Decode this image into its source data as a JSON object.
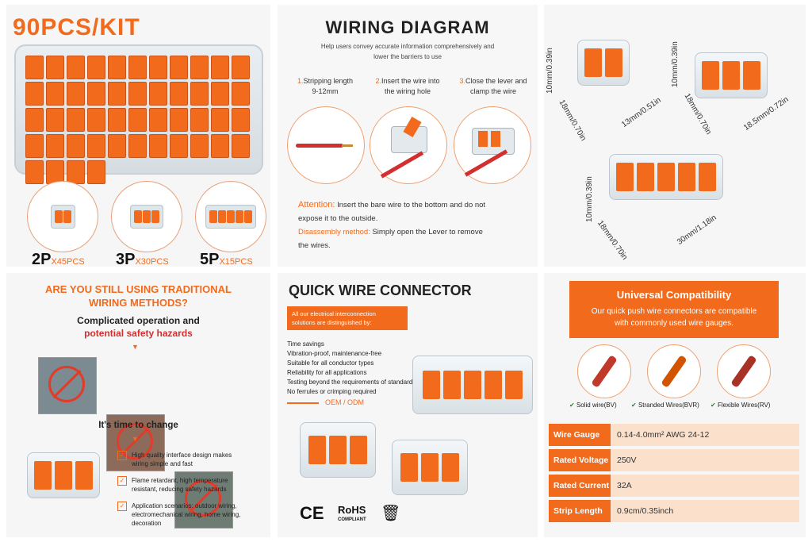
{
  "kit": {
    "title": "90PCS/KIT",
    "items": [
      {
        "size": "2P",
        "qty": "X45PCS"
      },
      {
        "size": "3P",
        "qty": "X30PCS"
      },
      {
        "size": "5P",
        "qty": "X15PCS"
      }
    ]
  },
  "wiring": {
    "title": "WIRING DIAGRAM",
    "subtitle_1": "Help users convey accurate information comprehensively and",
    "subtitle_2": "lower the barriers to use",
    "steps": [
      {
        "num": "1.",
        "line1": "Stripping length",
        "line2": "9-12mm"
      },
      {
        "num": "2.",
        "line1": "Insert the wire into",
        "line2": "the wiring hole"
      },
      {
        "num": "3.",
        "line1": "Close the lever and",
        "line2": "clamp the wire"
      }
    ],
    "attention_label": "Attention:",
    "attention_text": "Insert the bare wire to the bottom and do not",
    "attention_text2": "expose it to the outside.",
    "disassembly_label": "Disassembly method:",
    "disassembly_text": "Simply open the Lever to remove",
    "disassembly_text2": "the wires."
  },
  "dimensions": {
    "c2": {
      "h": "10mm/0.39in",
      "d": "18mm/0.70in",
      "w": "13mm/0.51in"
    },
    "c3": {
      "h": "10mm/0.39in",
      "d": "18mm/0.70in",
      "w": "18.5mm/0.72in"
    },
    "c5": {
      "h": "10mm/0.39in",
      "d": "18mm/0.70in",
      "w": "30mm/1.18in"
    }
  },
  "traditional": {
    "title_1": "ARE YOU STILL USING TRADITIONAL",
    "title_2": "WIRING METHODS?",
    "sub_1": "Complicated operation and",
    "sub_2": "potential safety hazards",
    "time": "It's time to change",
    "benefits": [
      {
        "l1": "High quality interface design makes",
        "l2": "wiring simple and fast",
        "l3": ""
      },
      {
        "l1": "Flame retardant, high temperature",
        "l2": "resistant, reducing safety hazards",
        "l3": ""
      },
      {
        "l1": "Application scenarios: outdoor wiring,",
        "l2": "electromechanical wiring, home wiring,",
        "l3": "decoration"
      }
    ]
  },
  "quick": {
    "title": "QUICK WIRE CONNECTOR",
    "banner_1": "All our electrical interconnection",
    "banner_2": "solutions are distinguished by:",
    "features": [
      "Time savings",
      "Vibration-proof, maintenance-free",
      "Suitable for all conductor types",
      "Reliability for all applications",
      "Testing beyond the requirements of standards",
      "No ferrules or crimping required"
    ],
    "oem": "OEM / ODM",
    "ce": "CE",
    "rohs": "RoHS",
    "rohs_sub": "COMPLIANT"
  },
  "compat": {
    "title": "Universal  Compatibility",
    "desc_1": "Our quick push wire connectors are compatible",
    "desc_2": "with commonly used wire gauges.",
    "wires": [
      {
        "label": "Solid wire(BV)",
        "color": "#c0392b"
      },
      {
        "label": "Stranded Wires(BVR)",
        "color": "#d35400"
      },
      {
        "label": "Flexible Wires(RV)",
        "color": "#a93226"
      }
    ],
    "specs": [
      {
        "key": "Wire Gauge",
        "value": "0.14-4.0mm²  AWG 24-12"
      },
      {
        "key": "Rated Voltage",
        "value": "250V"
      },
      {
        "key": "Rated Current",
        "value": "32A"
      },
      {
        "key": "Strip Length",
        "value": "0.9cm/0.35inch"
      }
    ]
  },
  "colors": {
    "accent": "#f26b1d",
    "table_bg": "#fbe0cc"
  }
}
